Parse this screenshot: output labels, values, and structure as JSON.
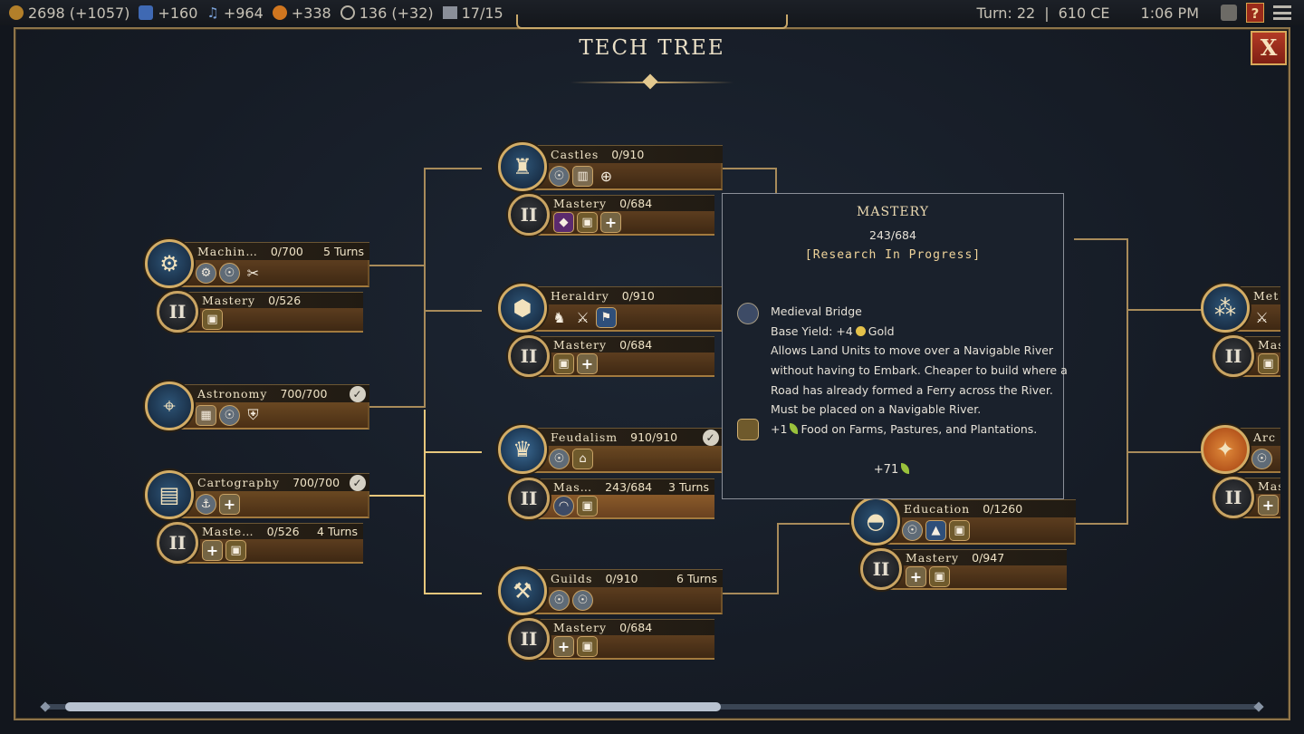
{
  "topbar": {
    "gold": "2698 (+1057)",
    "science": "+160",
    "culture": "+964",
    "faith": "+338",
    "influence": "136 (+32)",
    "cities": "17/15",
    "turn": "Turn: 22",
    "separator": "|",
    "year": "610 CE",
    "clock": "1:06 PM",
    "help_label": "?"
  },
  "title": "TECH TREE",
  "close_label": "X",
  "techs": {
    "machinery": {
      "name": "Machin…",
      "progress": "0/700",
      "turns": "5 Turns"
    },
    "machinery_mastery": {
      "name": "Mastery",
      "progress": "0/526"
    },
    "astronomy": {
      "name": "Astronomy",
      "progress": "700/700",
      "check": "✓"
    },
    "cartography": {
      "name": "Cartography",
      "progress": "700/700",
      "check": "✓"
    },
    "cartography_mastery": {
      "name": "Maste…",
      "progress": "0/526",
      "turns": "4 Turns"
    },
    "castles": {
      "name": "Castles",
      "progress": "0/910"
    },
    "castles_mastery": {
      "name": "Mastery",
      "progress": "0/684"
    },
    "heraldry": {
      "name": "Heraldry",
      "progress": "0/910"
    },
    "heraldry_mastery": {
      "name": "Mastery",
      "progress": "0/684"
    },
    "feudalism": {
      "name": "Feudalism",
      "progress": "910/910",
      "check": "✓"
    },
    "feudalism_mastery": {
      "name": "Mas…",
      "progress": "243/684",
      "turns": "3 Turns"
    },
    "guilds": {
      "name": "Guilds",
      "progress": "0/910",
      "turns": "6 Turns"
    },
    "guilds_mastery": {
      "name": "Mastery",
      "progress": "0/684"
    },
    "education": {
      "name": "Education",
      "progress": "0/1260"
    },
    "education_mastery": {
      "name": "Mastery",
      "progress": "0/947"
    },
    "right_top": {
      "name": "Met"
    },
    "right_top_mastery": {
      "name": "Mas"
    },
    "right_mid": {
      "name": "Arc"
    },
    "right_mid_mastery": {
      "name": "Mas"
    }
  },
  "mastery_numeral": "II",
  "tooltip": {
    "title": "MASTERY",
    "progress": "243/684",
    "status": "[Research In Progress]",
    "item_name": "Medieval Bridge",
    "base_yield_prefix": "Base Yield: +4",
    "base_yield_suffix": "Gold",
    "desc_1": "Allows Land Units to move over a Navigable River",
    "desc_2": "without having to Embark. Cheaper to build where a",
    "desc_3": "Road has already formed a Ferry across the River.",
    "desc_4": "Must be placed on a Navigable River.",
    "bonus_prefix": "+1",
    "bonus_suffix": "Food on Farms, Pastures, and Plantations.",
    "total": "+71"
  },
  "colors": {
    "gold_trim": "#d3ad66",
    "highlight_line": "#e7c77c",
    "close_red": "#b33a25"
  }
}
